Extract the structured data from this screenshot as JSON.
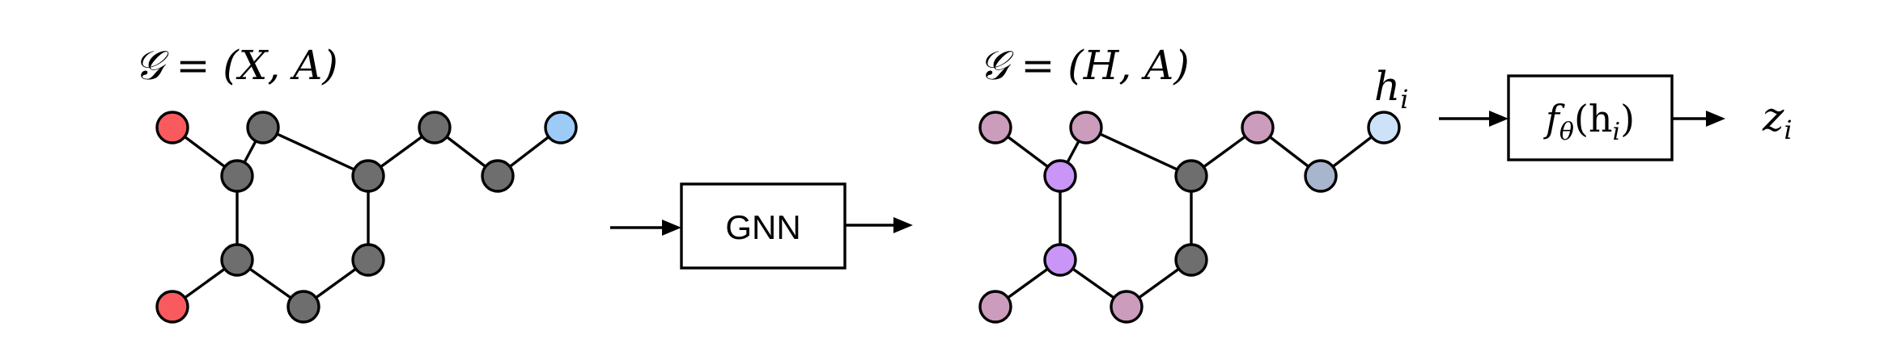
{
  "input_graph": {
    "label": "𝒢 = (X, A)",
    "colors": [
      "#f85a5e",
      "#6e6e6e",
      "#6e6e6e",
      "#6e6e6e",
      "#6e6e6e",
      "#6e6e6e",
      "#6e6e6e",
      "#6e6e6e",
      "#6e6e6e",
      "#6e6e6e",
      "#9ccbf7",
      "#f85a5e"
    ]
  },
  "gnn_box": {
    "label": "GNN"
  },
  "output_graph": {
    "label": "𝒢 = (H, A)",
    "colors": [
      "#cc9cbc",
      "#cc9cbc",
      "#c995f7",
      "#6e6e6e",
      "#c995f7",
      "#cc9cbc",
      "#6e6e6e",
      "#cc9cbc",
      "#6e6e6e",
      "#a8b6cd",
      "#cde2f8",
      "#cc9cbc"
    ],
    "node_label": "h",
    "node_label_sub": "i"
  },
  "decoder": {
    "label_f": "f",
    "label_theta": "θ",
    "label_open": "(h",
    "label_i": "i",
    "label_close": ")",
    "output": "z",
    "output_sub": "i"
  }
}
